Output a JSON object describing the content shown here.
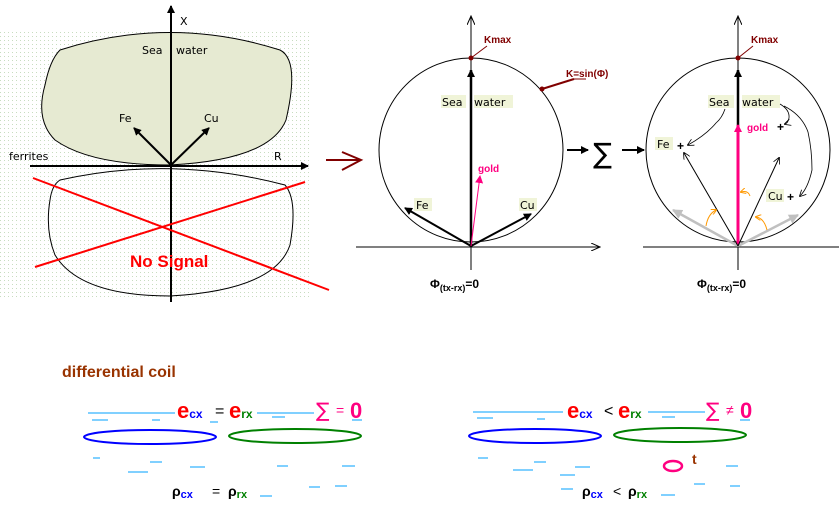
{
  "panel_left": {
    "axis_x_label": "X",
    "axis_r_label": "R",
    "ferrites_label": "ferrites",
    "sea_water_label_a": "Sea",
    "sea_water_label_b": "water",
    "fe_label": "Fe",
    "cu_label": "Cu",
    "no_signal_label": "No Signal"
  },
  "panel_middle": {
    "kmax_label": "Kmax",
    "k_formula_label": "K=sin(Φ)",
    "sea_water_label_a": "Sea",
    "sea_water_label_b": "water",
    "gold_label": "gold",
    "fe_label": "Fe",
    "cu_label": "Cu",
    "phase_label_main": "Φ",
    "phase_label_sub": "(tx-rx)",
    "phase_label_value": "=0"
  },
  "panel_right": {
    "kmax_label": "Kmax",
    "sea_water_label_a": "Sea",
    "sea_water_label_b": "water",
    "gold_label": "gold",
    "fe_label": "Fe",
    "cu_label": "Cu",
    "plus_symbol": "+",
    "phase_label_main": "Φ",
    "phase_label_sub": "(tx-rx)",
    "phase_label_value": "=0"
  },
  "sum_symbol": "∑",
  "bottom": {
    "title": "differential coil",
    "left": {
      "e_symbol": "e",
      "cx_sub": "cx",
      "rx_sub": "rx",
      "relation": "=",
      "sum_symbol": "∑",
      "sum_relation": "=",
      "sum_value": "0",
      "rho_symbol": "ρ",
      "rho_relation": "="
    },
    "right": {
      "e_symbol": "e",
      "cx_sub": "cx",
      "rx_sub": "rx",
      "relation": "<",
      "sum_symbol": "∑",
      "sum_relation": "≠",
      "sum_value": "0",
      "rho_symbol": "ρ",
      "rho_relation": "<",
      "target_label": "t"
    }
  },
  "colors": {
    "red": "#ff0000",
    "dark_red": "#800000",
    "magenta": "#ff0080",
    "blue": "#0000ff",
    "green": "#008000",
    "brown": "#993300",
    "water": "#00a0ff",
    "gray_arrow": "#c0c0c0",
    "orange": "#ff9900"
  }
}
